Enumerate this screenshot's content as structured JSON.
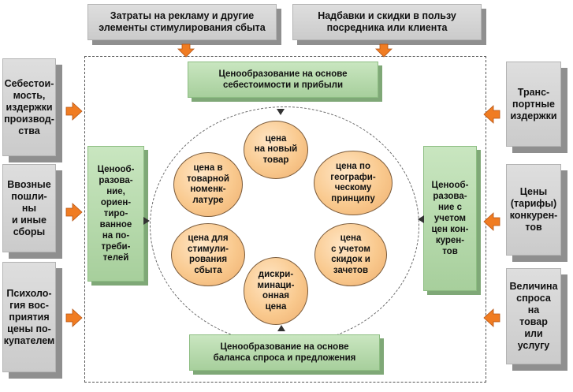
{
  "top_factors": {
    "advertising": "Затраты на рекламу и другие\nэлементы стимулирования сбыта",
    "markups": "Надбавки и скидки в пользу\nпосредника или клиента"
  },
  "left_factors": {
    "cost": "Себестои-\nмость,\nиздержки\nпроизвод-\nства",
    "duties": "Ввозные\nпошли-\nны\nи иные\nсборы",
    "psychology": "Психоло-\nгия вос-\nприятия\nцены по-\nкупателем"
  },
  "right_factors": {
    "transport": "Транс-\nпортные\nиздержки",
    "competitor_prices": "Цены\n(тарифы)\nконкурен-\nтов",
    "demand": "Величина\nспроса на\nтовар или\nуслугу"
  },
  "methods": {
    "top": "Ценообразование на основе\nсебестоимости и прибыли",
    "left": "Ценооб-\nразова-\nние,\nориен-\nтиро-\nванное\nна по-\nтреби-\nтелей",
    "right": "Ценооб-\nразова-\nние с\nучетом\nцен кон-\nкурен-\nтов",
    "bottom": "Ценообразование на основе\nбаланса спроса и предложения"
  },
  "prices": {
    "new_product": "цена\nна новый\nтовар",
    "geographic": "цена по\nгеографи-\nческому\nпринципу",
    "discounts": "цена\nс учетом\nскидок и\nзачетов",
    "discriminatory": "дискри-\nминаци-\nонная\nцена",
    "promotion": "цена для\nстимули-\nрования\nсбыта",
    "assortment": "цена в\nтоварной\nноменк-\nлатуре"
  },
  "colors": {
    "factor_box": "#d3d3d3",
    "method_box": "#b5d8aa",
    "price_ellipse": "#f9c98e",
    "arrow": "#f07c22"
  }
}
